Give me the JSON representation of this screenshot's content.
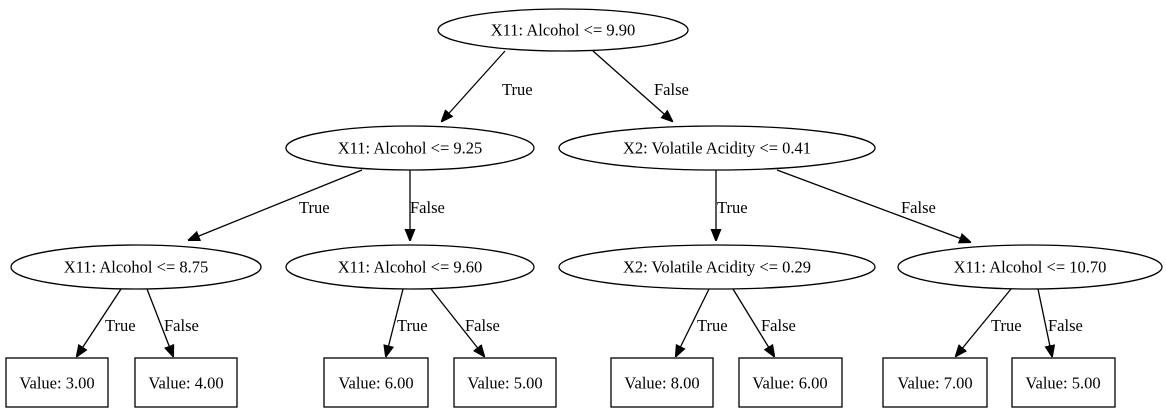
{
  "tree": {
    "nodes": {
      "root": "X11: Alcohol <= 9.90",
      "n_l": "X11: Alcohol <= 9.25",
      "n_r": "X2: Volatile Acidity <= 0.41",
      "n_ll": "X11: Alcohol <= 8.75",
      "n_lr": "X11: Alcohol <= 9.60",
      "n_rl": "X2: Volatile Acidity <= 0.29",
      "n_rr": "X11: Alcohol <= 10.70",
      "leaf_lll": "Value: 3.00",
      "leaf_llr": "Value: 4.00",
      "leaf_lrl": "Value: 6.00",
      "leaf_lrr": "Value: 5.00",
      "leaf_rll": "Value: 8.00",
      "leaf_rlr": "Value: 6.00",
      "leaf_rrl": "Value: 7.00",
      "leaf_rrr": "Value: 5.00"
    },
    "edges": {
      "true_label": "True",
      "false_label": "False"
    }
  }
}
